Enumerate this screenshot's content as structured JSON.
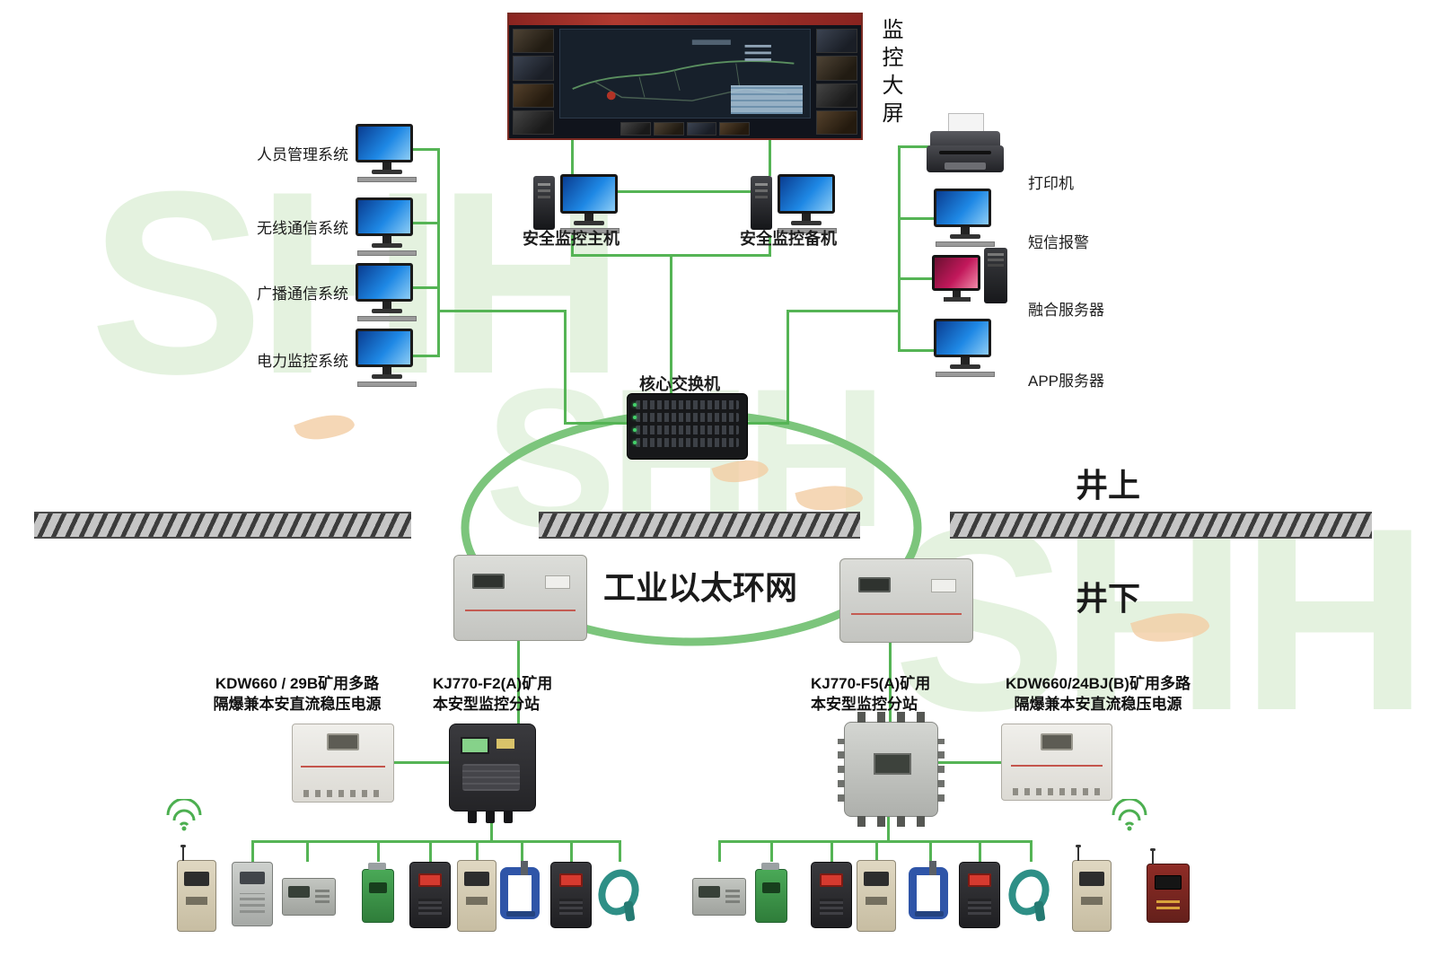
{
  "watermark": {
    "text": "SHH"
  },
  "monitor_wall": {
    "label": "监控大屏"
  },
  "left_systems": [
    {
      "label": "人员管理系统"
    },
    {
      "label": "无线通信系统"
    },
    {
      "label": "广播通信系统"
    },
    {
      "label": "电力监控系统"
    }
  ],
  "hosts": {
    "main": "安全监控主机",
    "backup": "安全监控备机"
  },
  "core_switch": {
    "label": "核心交换机"
  },
  "right_systems": [
    {
      "label": "打印机"
    },
    {
      "label": "短信报警"
    },
    {
      "label": "融合服务器"
    },
    {
      "label": "APP服务器"
    }
  ],
  "ring": {
    "label": "工业以太环网"
  },
  "zones": {
    "above": "井上",
    "below": "井下"
  },
  "devices": {
    "left_power": {
      "line1": "KDW660 / 29B矿用多路",
      "line2": "隔爆兼本安直流稳压电源"
    },
    "left_station": {
      "line1": "KJ770-F2(A)矿用",
      "line2": "本安型监控分站"
    },
    "right_station": {
      "line1": "KJ770-F5(A)矿用",
      "line2": "本安型监控分站"
    },
    "right_power": {
      "line1": "KDW660/24BJ(B)矿用多路",
      "line2": "隔爆兼本安直流稳压电源"
    }
  },
  "colors": {
    "line_green": "#55b455",
    "ring_green": "#7cc57c"
  }
}
